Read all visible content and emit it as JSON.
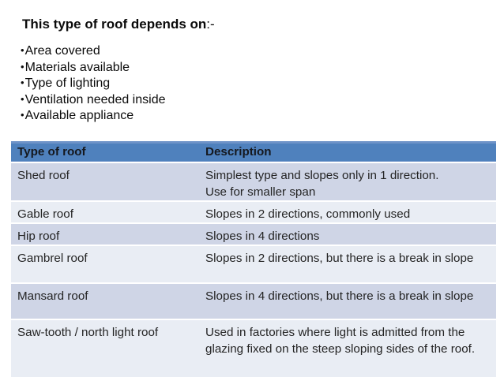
{
  "slide": {
    "title_bold": "This type of roof depends on",
    "title_suffix": ":-",
    "bullet_char": "•",
    "bullets": [
      "Area covered",
      "Materials available",
      "Type of lighting",
      "Ventilation needed inside",
      "Available appliance"
    ]
  },
  "table": {
    "headers": [
      "Type of roof",
      "Description"
    ],
    "rows": [
      {
        "type": "Shed roof",
        "description": "Simplest type and slopes only in 1 direction.\nUse for smaller span"
      },
      {
        "type": "Gable roof",
        "description": "Slopes in 2 directions, commonly used"
      },
      {
        "type": "Hip roof",
        "description": "Slopes in 4 directions"
      },
      {
        "type": "Gambrel roof",
        "description": "Slopes in 2 directions, but there is a break in slope"
      },
      {
        "type": "Mansard roof",
        "description": "Slopes in 4 directions, but there is a break in slope"
      },
      {
        "type": "Saw-tooth / north light roof",
        "description": "Used in factories where light is admitted from the glazing fixed on the steep sloping sides of the roof."
      }
    ]
  },
  "colors": {
    "header_bg": "#4F81BD",
    "header_bg_top": "#6E93C8",
    "band_dark": "#CFD5E6",
    "band_light": "#E9EDF4",
    "header_text": "#15181E",
    "body_text": "#242424",
    "separator": "#FFFFFF"
  }
}
